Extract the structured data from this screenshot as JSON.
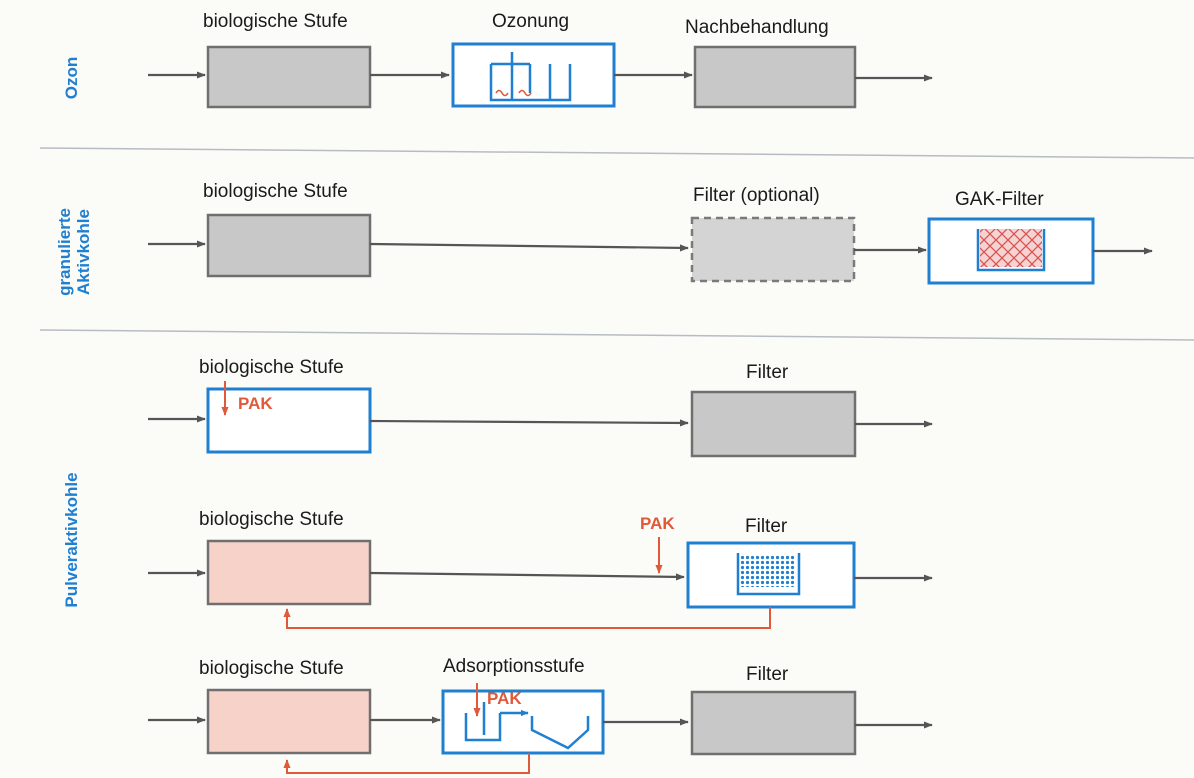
{
  "colors": {
    "blue": "#1f7fd0",
    "red": "#e05a3a",
    "gray_box": "#c8c8c9",
    "pink_box": "#f7d2c8",
    "arrow": "#555555"
  },
  "rows": {
    "ozon": {
      "label": "Ozon",
      "stage1": "biologische Stufe",
      "stage2": "Ozonung",
      "stage3": "Nachbehandlung"
    },
    "gak": {
      "label_line1": "granulierte",
      "label_line2": "Aktivkohle",
      "stage1": "biologische Stufe",
      "stage2": "Filter (optional)",
      "stage3": "GAK-Filter"
    },
    "pak": {
      "label": "Pulveraktivkohle",
      "variant_a": {
        "stage1": "biologische Stufe",
        "dosing": "PAK",
        "stage2": "Filter"
      },
      "variant_b": {
        "stage1": "biologische Stufe",
        "dosing": "PAK",
        "stage2": "Filter"
      },
      "variant_c": {
        "stage1": "biologische Stufe",
        "stage2": "Adsorptionsstufe",
        "dosing": "PAK",
        "stage3": "Filter"
      }
    }
  }
}
